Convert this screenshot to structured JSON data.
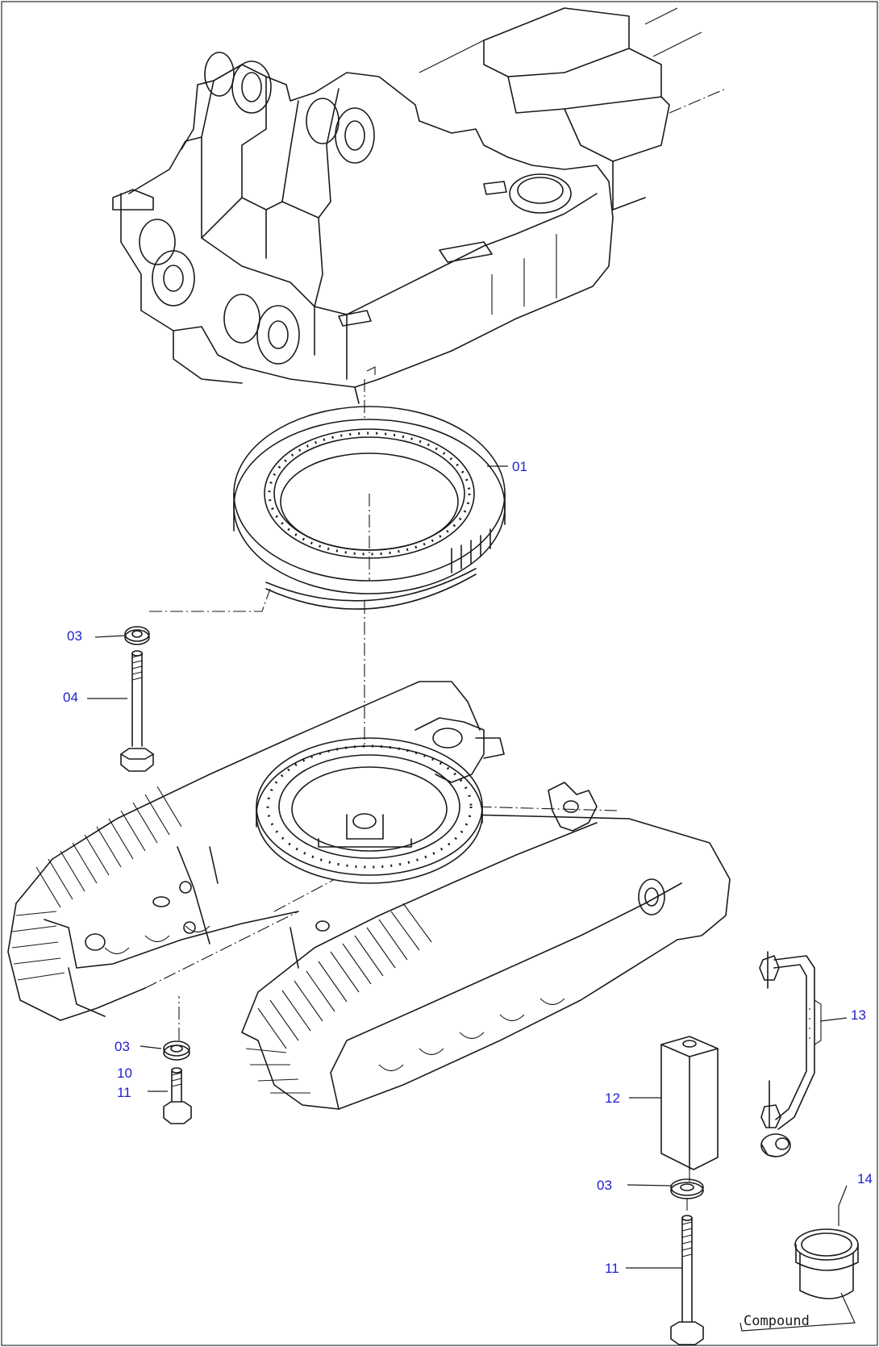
{
  "callouts": {
    "ring": "01",
    "washer_a": "03",
    "bolt_long": "04",
    "washer_b": "03",
    "part10": "10",
    "bolt_short": "11",
    "tool_block": "12",
    "washer_c": "03",
    "bolt_c": "11",
    "handle": "13",
    "can": "14"
  },
  "note_compound": "Compound",
  "colors": {
    "label": "#1f1fcf",
    "line": "#1a1a1a",
    "background": "#ffffff"
  }
}
